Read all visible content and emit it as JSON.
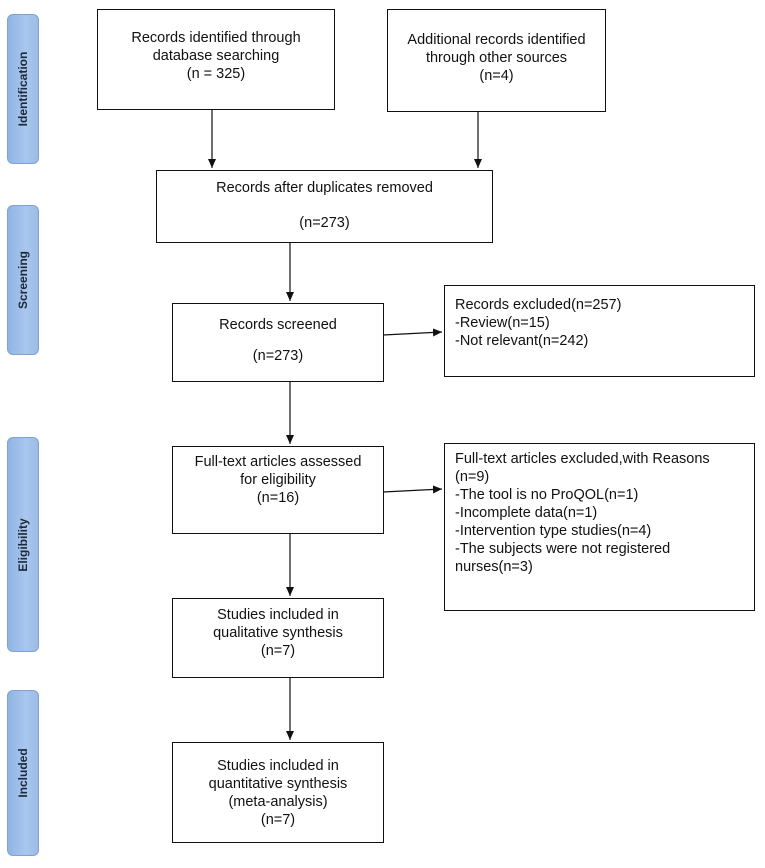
{
  "phases": {
    "identification": "Identification",
    "screening": "Screening",
    "eligibility": "Eligibility",
    "included": "Included"
  },
  "boxes": {
    "database": {
      "line1": "Records identified through",
      "line2": "database searching",
      "line3": "(n = 325)"
    },
    "other": {
      "line1": "Additional records identified",
      "line2": "through other sources",
      "line3": "(n=4)"
    },
    "duplicates": {
      "line1": "Records after duplicates removed",
      "line2": "(n=273)"
    },
    "screened": {
      "line1": "Records screened",
      "line2": "(n=273)"
    },
    "excluded": {
      "line1": "Records excluded(n=257)",
      "line2": "-Review(n=15)",
      "line3": "-Not relevant(n=242)"
    },
    "fulltext": {
      "line1": "Full-text articles assessed",
      "line2": "for eligibility",
      "line3": "(n=16)"
    },
    "fulltext_excluded": {
      "line1": "Full-text articles excluded,with Reasons",
      "line2": "(n=9)",
      "line3": "-The tool is no ProQOL(n=1)",
      "line4": "-Incomplete data(n=1)",
      "line5": "-Intervention type studies(n=4)",
      "line6": "-The subjects were not registered",
      "line7": "nurses(n=3)"
    },
    "qualitative": {
      "line1": "Studies included in",
      "line2": "qualitative synthesis",
      "line3": "(n=7)"
    },
    "quantitative": {
      "line1": "Studies included in",
      "line2": "quantitative synthesis",
      "line3": "(meta-analysis)",
      "line4": "(n=7)"
    }
  }
}
